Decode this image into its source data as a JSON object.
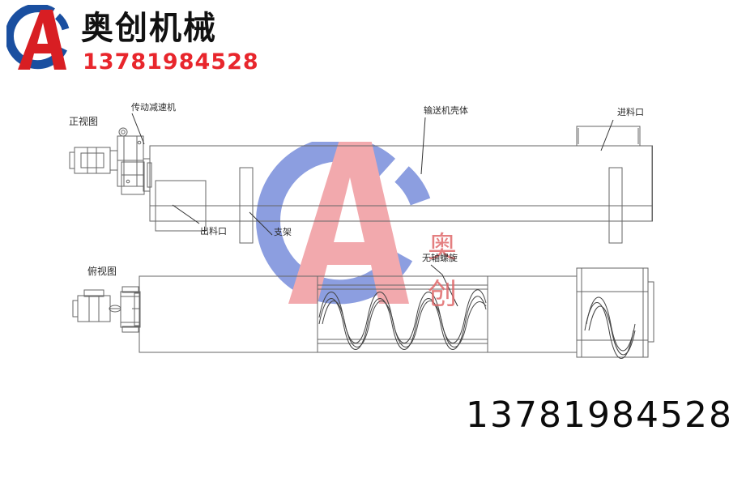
{
  "header": {
    "logo_icon": "aochuang-a-in-c-logo-icon",
    "company_name": "奥创机械",
    "phone": "13781984528",
    "logo_blue": "#1a4fa0",
    "logo_red": "#d81e23"
  },
  "footer": {
    "phone": "13781984528"
  },
  "drawing": {
    "views": {
      "front_view_label": "正视图",
      "top_view_label": "俯视图"
    },
    "callouts": {
      "transmission_reducer": "传动减速机",
      "discharge_port": "出料口",
      "conveyor_housing": "输送机壳体",
      "support_bracket": "支架",
      "feed_inlet": "进料口",
      "shaftless_spiral": "无轴螺旋"
    },
    "line_color": "#555555",
    "stroke_width": "1"
  },
  "watermark": {
    "letter": "A",
    "ring_color": "#8c9ee0",
    "letter_color": "#f2a9ad",
    "chinese_line1": "奥",
    "chinese_line2": "创",
    "chinese_color": "#e0696a"
  }
}
